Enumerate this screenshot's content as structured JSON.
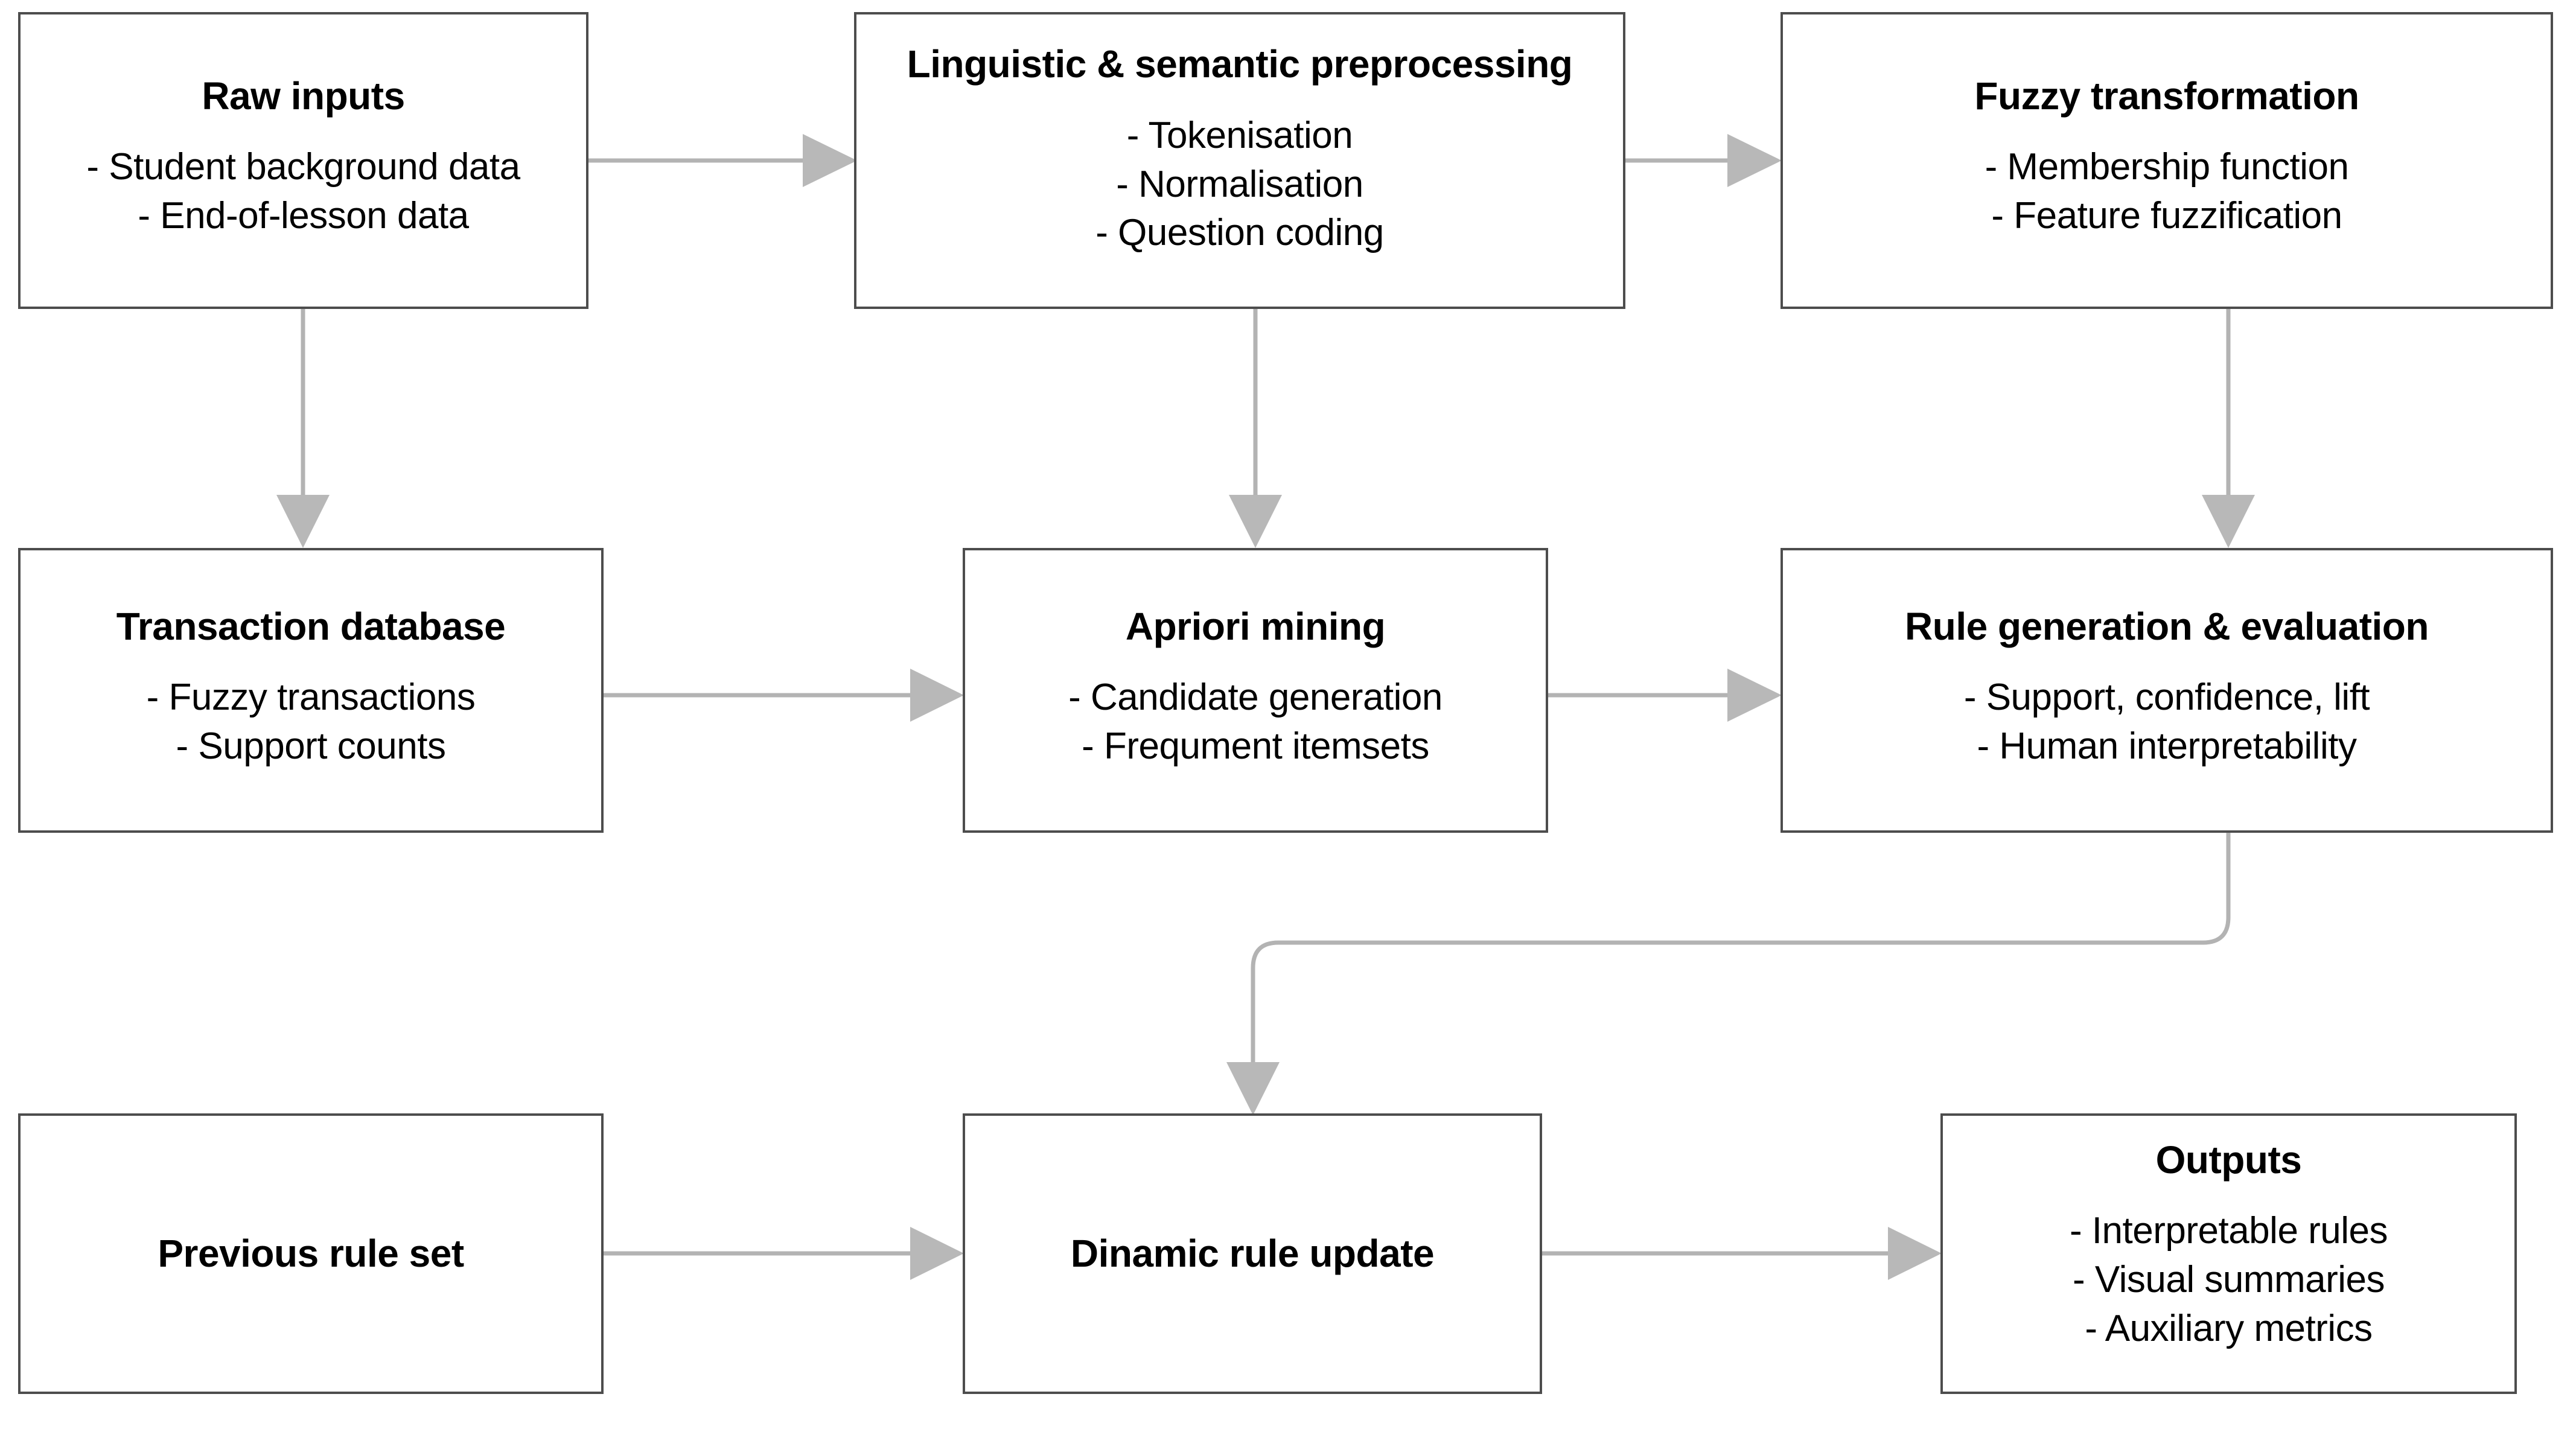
{
  "diagram": {
    "type": "flowchart",
    "orientation": "left-to-right, three rows",
    "accent_color": "#4d4d4d",
    "connector_color": "#b3b3b3",
    "background": "#ffffff"
  },
  "nodes": {
    "raw_inputs": {
      "title": "Raw inputs",
      "lines": [
        "- Student background data",
        "- End-of-lesson data"
      ]
    },
    "preprocessing": {
      "title": "Linguistic & semantic preprocessing",
      "lines": [
        "- Tokenisation",
        "- Normalisation",
        "- Question coding"
      ]
    },
    "fuzzy": {
      "title": "Fuzzy transformation",
      "lines": [
        "- Membership function",
        "- Feature fuzzification"
      ]
    },
    "transaction": {
      "title": "Transaction database",
      "lines": [
        "- Fuzzy transactions",
        "- Support counts"
      ]
    },
    "apriori": {
      "title": "Apriori mining",
      "lines": [
        "- Candidate generation",
        "- Frequment itemsets"
      ]
    },
    "rule_gen": {
      "title": "Rule generation & evaluation",
      "lines": [
        "- Support, confidence, lift",
        "- Human interpretability"
      ]
    },
    "previous": {
      "title": "Previous rule set",
      "lines": []
    },
    "dynamic": {
      "title": "Dinamic rule update",
      "lines": []
    },
    "outputs": {
      "title": "Outputs",
      "lines": [
        "- Interpretable rules",
        "- Visual summaries",
        "- Auxiliary metrics"
      ]
    }
  },
  "edges": [
    {
      "name": "raw-to-preprocessing",
      "from": "raw_inputs",
      "to": "preprocessing",
      "direction": "right"
    },
    {
      "name": "preprocessing-to-fuzzy",
      "from": "preprocessing",
      "to": "fuzzy",
      "direction": "right"
    },
    {
      "name": "raw-to-transaction",
      "from": "raw_inputs",
      "to": "transaction",
      "direction": "down"
    },
    {
      "name": "preprocessing-to-apriori",
      "from": "preprocessing",
      "to": "apriori",
      "direction": "down"
    },
    {
      "name": "fuzzy-to-rule-gen",
      "from": "fuzzy",
      "to": "rule_gen",
      "direction": "down"
    },
    {
      "name": "transaction-to-apriori",
      "from": "transaction",
      "to": "apriori",
      "direction": "right"
    },
    {
      "name": "apriori-to-rule-gen",
      "from": "apriori",
      "to": "rule_gen",
      "direction": "right"
    },
    {
      "name": "rule-gen-to-dynamic",
      "from": "rule_gen",
      "to": "dynamic",
      "direction": "down-left-down"
    },
    {
      "name": "previous-to-dynamic",
      "from": "previous",
      "to": "dynamic",
      "direction": "right"
    },
    {
      "name": "dynamic-to-outputs",
      "from": "dynamic",
      "to": "outputs",
      "direction": "right"
    }
  ]
}
